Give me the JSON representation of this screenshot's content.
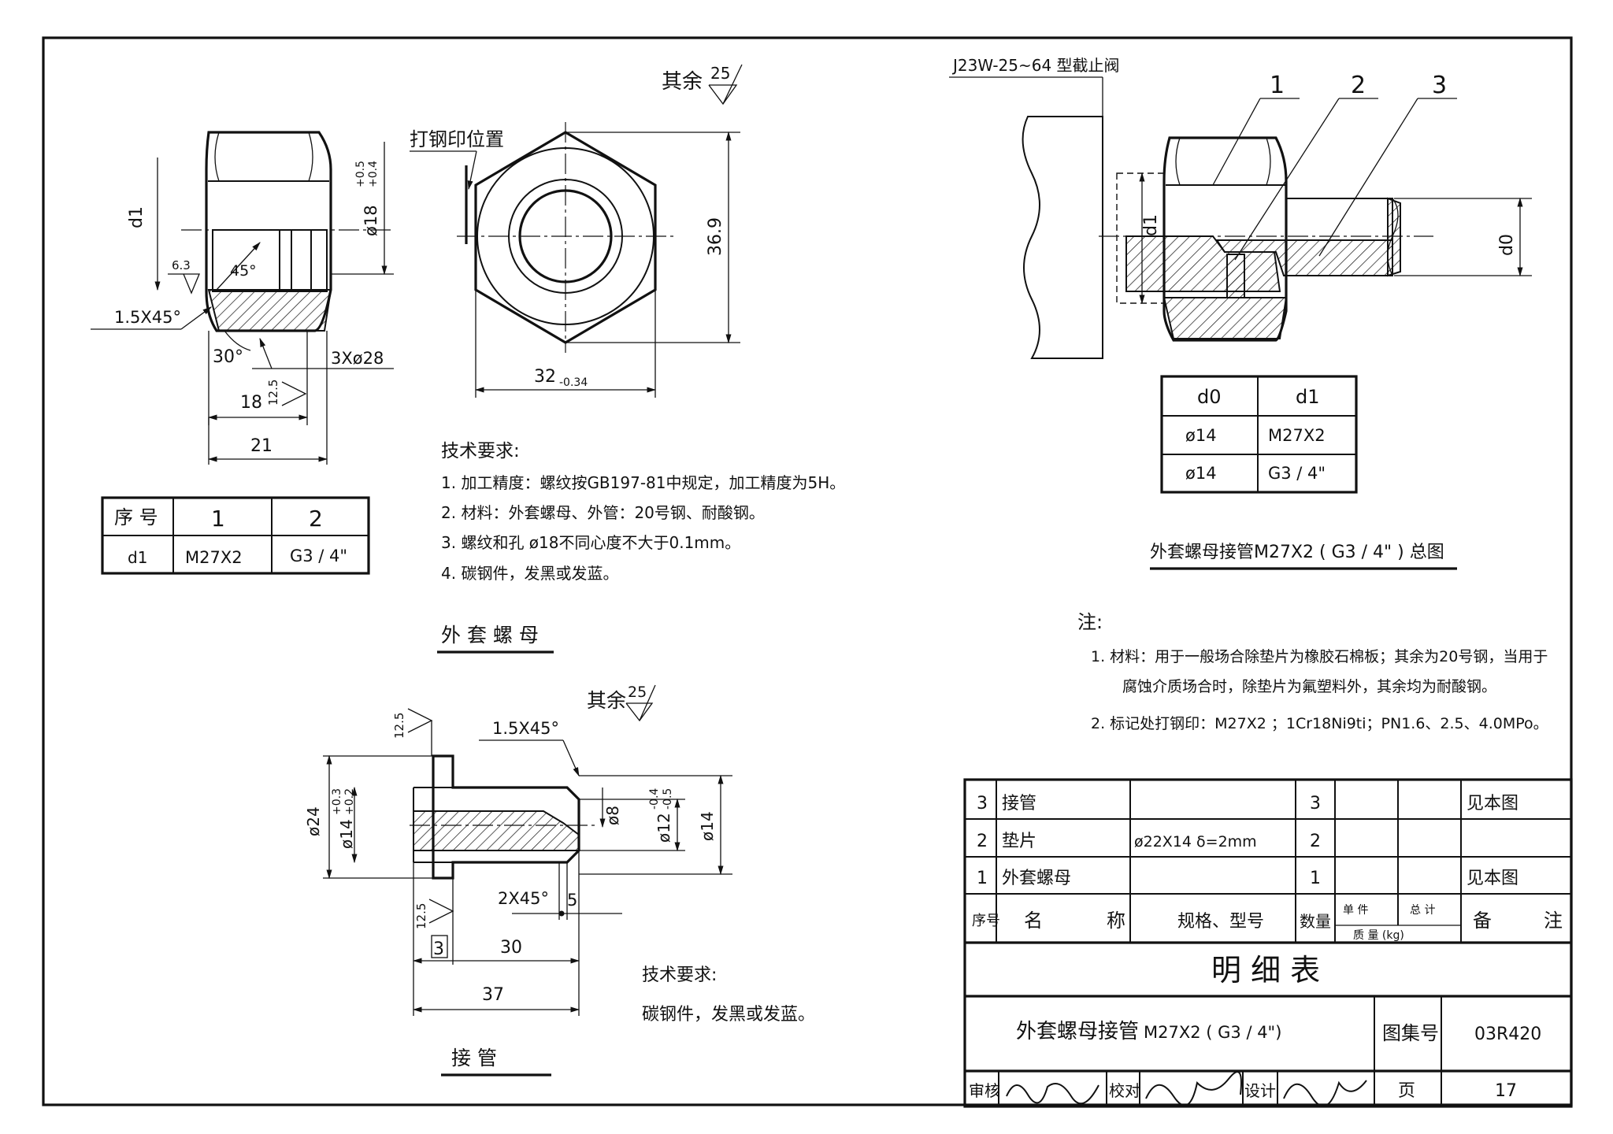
{
  "frame": {
    "valve_label": "J23W-25~64 型截止阀"
  },
  "nut_view": {
    "roughness_rest": "其余",
    "roughness_rest_value": "25",
    "stamp_position": "打钢印位置",
    "d1": "d1",
    "r63": "6.3",
    "angle45": "45°",
    "chamfer": "1.5X45°",
    "angle30": "30°",
    "dim_3x28": "3Xø28",
    "dim_18": "18",
    "dim_21": "21",
    "r125": "12.5",
    "dim_phi18": "ø18",
    "tol_phi18_up": "+0.5",
    "tol_phi18_low": "+0.4",
    "dim_369": "36.9",
    "dim_32": "32",
    "tol_32": "-0.34"
  },
  "nut_table": {
    "header": [
      "序 号",
      "1",
      "2"
    ],
    "row": [
      "d1",
      "M27X2",
      "G3 / 4\""
    ]
  },
  "nut_req": {
    "title": "技术要求:",
    "items": [
      "1.  加工精度：螺纹按GB197-81中规定，加工精度为5H。",
      "2.  材料：外套螺母、外管：20号钢、耐酸钢。",
      "3.  螺纹和孔 ø18不同心度不大于0.1mm。",
      "4.  碳钢件，发黑或发蓝。"
    ],
    "caption": "外 套 螺 母"
  },
  "assembly": {
    "label1": "1",
    "label2": "2",
    "label3": "3",
    "d1": "d1",
    "d0": "d0",
    "table_header": [
      "d0",
      "d1"
    ],
    "table_rows": [
      [
        "ø14",
        "M27X2"
      ],
      [
        "ø14",
        "G3 / 4\""
      ]
    ],
    "caption": "外套螺母接管M27X2 ( G3 / 4\" ) 总图"
  },
  "notes": {
    "title": "注:",
    "n1a": "1.  材料：用于一般场合除垫片为橡胶石棉板；其余为20号钢，当用于",
    "n1b": "腐蚀介质场合时，除垫片为氟塑料外，其余均为耐酸钢。",
    "n2": "2.  标记处打钢印：M27X2 ；1Cr18Ni9ti；PN1.6、2.5、4.0MPo。"
  },
  "pipe_view": {
    "roughness_rest": "其余",
    "roughness_rest_value": "25",
    "r125_top": "12.5",
    "chamfer": "1.5X45°",
    "dim_phi24": "ø24",
    "dim_phi14": "ø14",
    "tol_phi14_up": "+0.3",
    "tol_phi14_low": "+0.2",
    "dim_phi8": "ø8",
    "dim_phi12": "ø12",
    "tol_phi12_up": "-0.4",
    "tol_phi12_low": "-0.5",
    "dim_phi14_out": "ø14",
    "chamfer2": "2X45°",
    "dim_5": "5",
    "r125_bot": "12.5",
    "dim_3": "3",
    "dim_30": "30",
    "dim_37": "37",
    "req_title": "技术要求:",
    "req_text": "碳钢件，发黑或发蓝。",
    "caption": "接       管"
  },
  "parts_list": {
    "rows": [
      {
        "no": "3",
        "name": "接管",
        "spec": "",
        "qty": "3",
        "note": "见本图"
      },
      {
        "no": "2",
        "name": "垫片",
        "spec": "ø22X14   δ=2mm",
        "qty": "2",
        "note": ""
      },
      {
        "no": "1",
        "name": "外套螺母",
        "spec": "",
        "qty": "1",
        "note": "见本图"
      }
    ],
    "header": {
      "no": "序号",
      "name_a": "名",
      "name_b": "称",
      "spec": "规格、型号",
      "qty": "数量",
      "unit": "单 件",
      "total": "总 计",
      "mass": "质 量 (kg)",
      "note_a": "备",
      "note_b": "注"
    },
    "title": "明    细    表"
  },
  "title_block": {
    "drawing_title": "外套螺母接管",
    "drawing_sub": "M27X2 ( G3 / 4\")",
    "atlas_label": "图集号",
    "atlas_no": "03R420",
    "review": "审核",
    "check": "校对",
    "design": "设计",
    "page_label": "页",
    "page_no": "17"
  }
}
